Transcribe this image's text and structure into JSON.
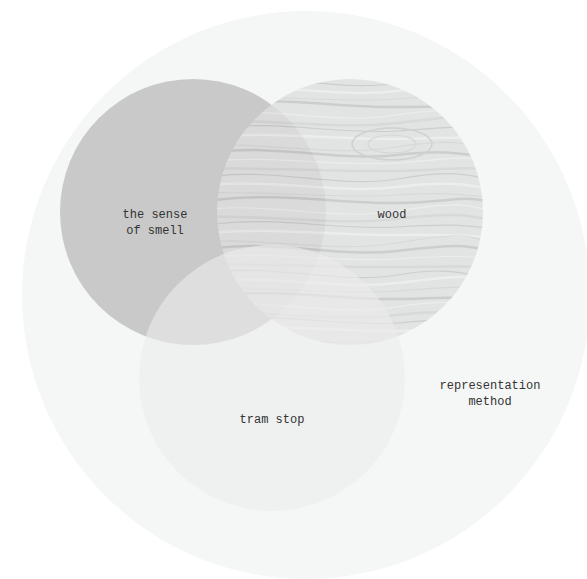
{
  "diagram": {
    "nodes": [
      {
        "text": [
          "representation method"
        ]
      },
      {
        "text": [
          "the sense of smell"
        ],
        "in": 0
      },
      {
        "text": [
          "wood"
        ],
        "in": 0
      },
      {
        "text": [
          "tram stop"
        ],
        "in": 0
      }
    ]
  }
}
